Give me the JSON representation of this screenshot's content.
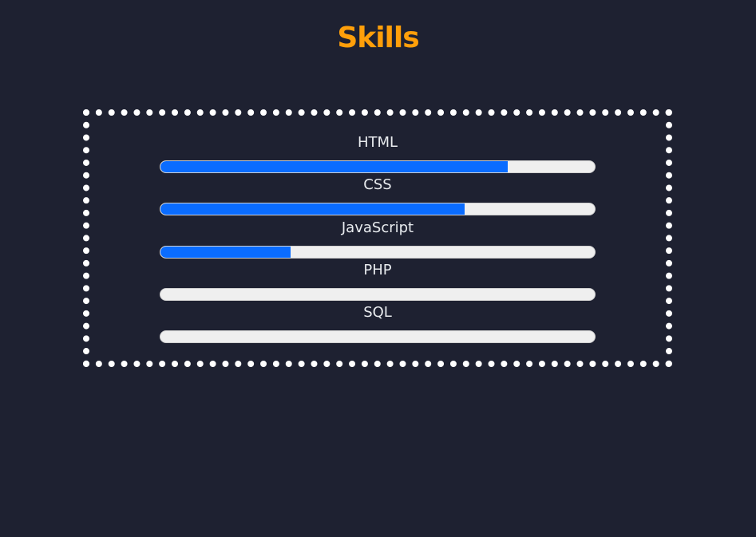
{
  "page": {
    "title": "Skills"
  },
  "colors": {
    "background": "#1e2131",
    "title": "#ff9f0a",
    "bar_fill": "#0a6cff",
    "bar_track": "#efefef",
    "box_border": "#ffffff"
  },
  "skills": [
    {
      "label": "HTML",
      "progress": 0.8
    },
    {
      "label": "CSS",
      "progress": 0.7
    },
    {
      "label": "JavaScript",
      "progress": 0.3
    },
    {
      "label": "PHP",
      "progress": 0.0
    },
    {
      "label": "SQL",
      "progress": 0.0
    }
  ]
}
